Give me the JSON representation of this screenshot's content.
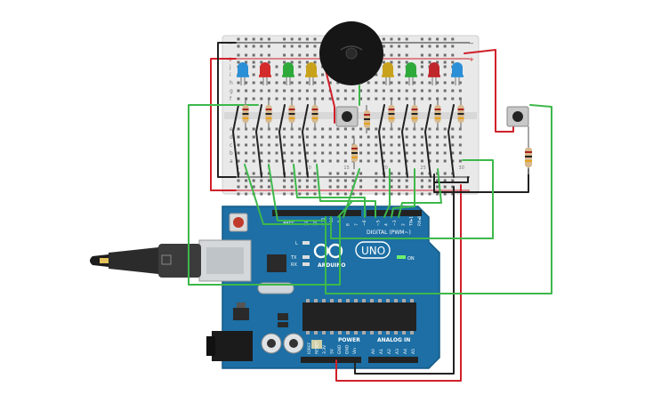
{
  "breadboard": {
    "row_letters_top": [
      "j",
      "i",
      "h",
      "g",
      "f"
    ],
    "row_letters_bottom": [
      "e",
      "d",
      "c",
      "b",
      "a"
    ],
    "col_numbers": [
      "1",
      "",
      "",
      "",
      "5",
      "",
      "",
      "",
      "",
      "10",
      "",
      "",
      "",
      "",
      "15",
      "",
      "",
      "",
      "",
      "20",
      "",
      "",
      "",
      "",
      "25",
      "",
      "",
      "",
      "",
      "30"
    ],
    "rail_plus": "+",
    "rail_minus": "−"
  },
  "leds": [
    {
      "color": "#2a8fd6",
      "name": "blue"
    },
    {
      "color": "#d42b2b",
      "name": "red"
    },
    {
      "color": "#2eaa3a",
      "name": "green"
    },
    {
      "color": "#c8a21a",
      "name": "yellow"
    },
    {
      "color": "#c8a21a",
      "name": "yellow"
    },
    {
      "color": "#2eaa3a",
      "name": "green"
    },
    {
      "color": "#c0272d",
      "name": "red"
    },
    {
      "color": "#2a8fd6",
      "name": "blue"
    }
  ],
  "arduino": {
    "brand": "ARDUINO",
    "model": "UNO",
    "digital_label": "DIGITAL (PWM~)",
    "power_label": "POWER",
    "analog_label": "ANALOG IN",
    "on_label": "ON",
    "l_label": "L",
    "tx_label": "TX",
    "rx_label": "RX",
    "aref": "AREF",
    "gnd": "GND",
    "top_pins": [
      "13",
      "12",
      "~11",
      "~10",
      "~9",
      "8",
      "7",
      "~6",
      "~5",
      "4",
      "~3",
      "2",
      "TX▸1",
      "RX◂0"
    ],
    "power_pins": [
      "IOREF",
      "RESET",
      "3.3V",
      "5V",
      "GND",
      "GND",
      "Vin"
    ],
    "analog_pins": [
      "A0",
      "A1",
      "A2",
      "A3",
      "A4",
      "A5"
    ]
  },
  "colors": {
    "wire_green": "#3db84a",
    "wire_red": "#d0202a",
    "wire_black": "#222222",
    "board_blue": "#1d6fa5",
    "board_dark": "#155a88",
    "breadboard": "#e9e9e9"
  },
  "icons": [
    "usb-plug-icon",
    "buzzer-icon",
    "pushbutton-icon",
    "resistor-icon",
    "led-icon",
    "barrel-jack-icon"
  ]
}
